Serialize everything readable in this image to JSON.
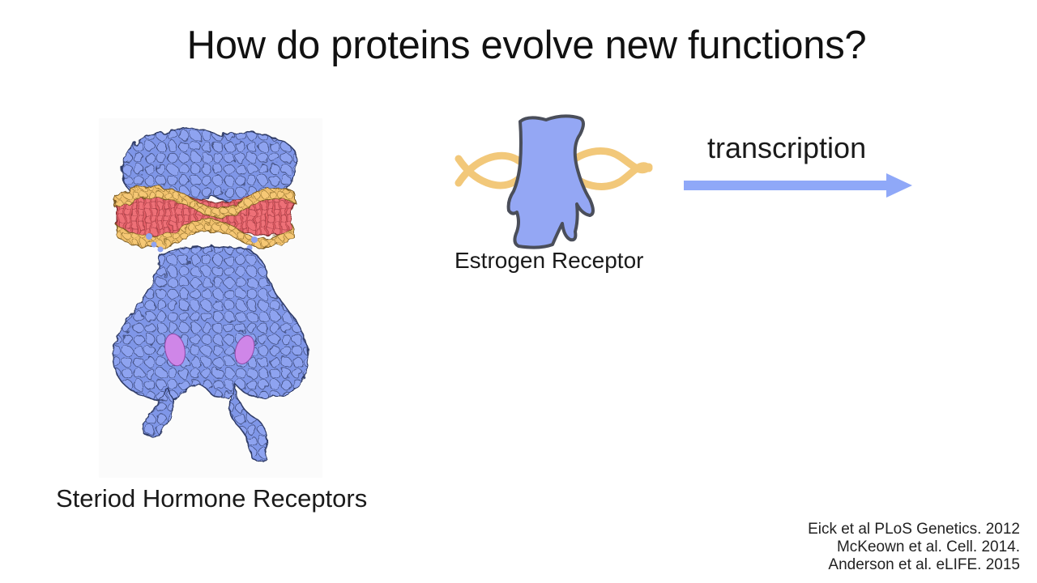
{
  "title": "How do proteins evolve new functions?",
  "left_caption": "Steriod Hormone Receptors",
  "er_caption": "Estrogen Receptor",
  "arrow_label": "transcription",
  "references": [
    "Eick et al PLoS Genetics. 2012",
    "McKeown et al. Cell. 2014.",
    "Anderson et al. eLIFE. 2015"
  ],
  "colors": {
    "protein": "#7f96e8",
    "dna_backbone": "#f0c06c",
    "dna_bases": "#e8626a",
    "ligand": "#c87fe0",
    "arrow": "#8fa8f8"
  }
}
